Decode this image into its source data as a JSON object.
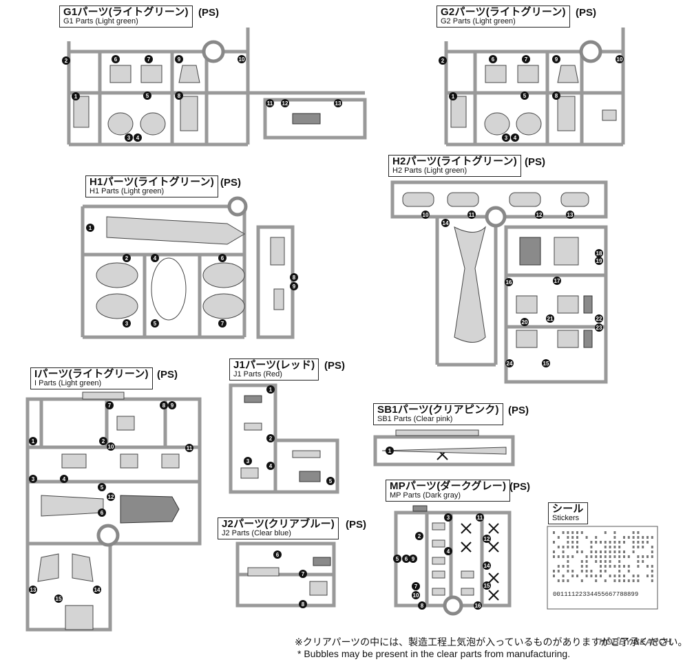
{
  "sections": {
    "g1": {
      "jp": "G1パーツ(ライトグリーン)",
      "en": "G1 Parts (Light green)",
      "material": "(PS)"
    },
    "g2": {
      "jp": "G2パーツ(ライトグリーン)",
      "en": "G2 Parts (Light green)",
      "material": "(PS)"
    },
    "h1": {
      "jp": "H1パーツ(ライトグリーン)",
      "en": "H1 Parts (Light green)",
      "material": "(PS)"
    },
    "h2": {
      "jp": "H2パーツ(ライトグリーン)",
      "en": "H2 Parts (Light green)",
      "material": "(PS)"
    },
    "i": {
      "jp": "Iパーツ(ライトグリーン)",
      "en": "I Parts (Light green)",
      "material": "(PS)"
    },
    "j1": {
      "jp": "J1パーツ(レッド)",
      "en": "J1 Parts (Red)",
      "material": "(PS)"
    },
    "j2": {
      "jp": "J2パーツ(クリアブルー)",
      "en": "J2 Parts (Clear blue)",
      "material": "(PS)"
    },
    "sb1": {
      "jp": "SB1パーツ(クリアピンク)",
      "en": "SB1 Parts (Clear pink)",
      "material": "(PS)"
    },
    "mp": {
      "jp": "MPパーツ(ダークグレー)",
      "en": "MP Parts (Dark gray)",
      "material": "(PS)"
    },
    "stickers": {
      "jp": "シール",
      "en": "Stickers"
    }
  },
  "sticker_numbers": "00111122334455667788899",
  "footnote": {
    "jp": "※クリアパーツの中には、製造工程上気泡が入っているものがありますがご了承ください。",
    "en": "* Bubbles may be present in the clear parts from manufacturing."
  },
  "watermark": "HOBBY SEARCH",
  "part_numbers": {
    "g1": [
      "2",
      "6",
      "7",
      "9",
      "10",
      "1",
      "5",
      "8",
      "11",
      "12",
      "13",
      "3",
      "4"
    ],
    "g2": [
      "2",
      "6",
      "7",
      "9",
      "10",
      "1",
      "5",
      "8",
      "3",
      "4"
    ],
    "h1": [
      "1",
      "2",
      "4",
      "6",
      "8",
      "9",
      "3",
      "5",
      "7"
    ],
    "h2": [
      "10",
      "11",
      "12",
      "13",
      "14",
      "16",
      "17",
      "18",
      "19",
      "20",
      "21",
      "22",
      "23",
      "24",
      "15"
    ],
    "i": [
      "7",
      "8",
      "9",
      "1",
      "2",
      "10",
      "11",
      "3",
      "4",
      "5",
      "12",
      "6",
      "13",
      "15",
      "14"
    ],
    "j1": [
      "1",
      "2",
      "3",
      "4",
      "5"
    ],
    "j2": [
      "6",
      "7",
      "8"
    ],
    "sb1": [
      "1"
    ],
    "mp": [
      "2",
      "3",
      "11",
      "12",
      "14",
      "15",
      "16",
      "4",
      "5",
      "6",
      "9",
      "7",
      "10",
      "8"
    ]
  }
}
